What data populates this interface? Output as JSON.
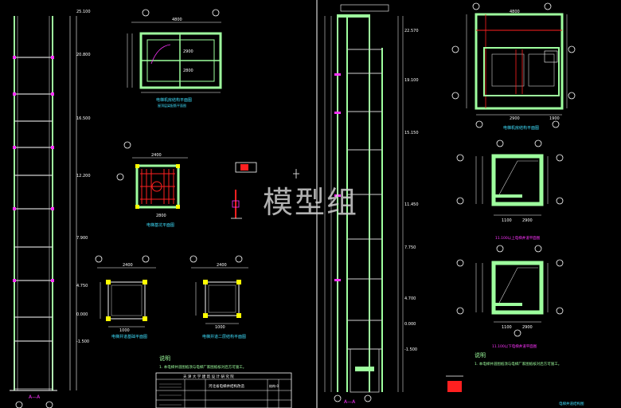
{
  "watermark": "模型组",
  "left_sheet": {
    "section_label": "A—A",
    "elevations": [
      "25.100",
      "20.800",
      "16.500",
      "12.200",
      "7.900",
      "4.750",
      "0.000",
      "-1.500"
    ],
    "machine_room_plan": {
      "title": "电梯机房结构平面图",
      "subtitle": "屋顶层梁配筋平面图",
      "dims": [
        "4800",
        "2900",
        "2800"
      ]
    },
    "pit_plan": {
      "title": "电梯基坑平面图",
      "dims": [
        "2400",
        "2800"
      ]
    },
    "typical_plan_a": {
      "title": "电梯井道基础平面图",
      "dims": [
        "2400",
        "1000"
      ]
    },
    "typical_plan_b": {
      "title": "电梯井道二层结构平面图",
      "dims": [
        "2400",
        "1000"
      ]
    },
    "notes": {
      "heading": "说明",
      "line1": "1. 本电梯井道图纸须与电梯厂家图纸核对后方可施工。"
    },
    "title_block": {
      "org": "天 津 大 学 建 筑 设 计 研 究 院",
      "project": "河北省电梯井结构改造",
      "sheet": "结构-0"
    }
  },
  "right_sheet": {
    "section_label": "A—A",
    "elevations": [
      "22.570",
      "19.100",
      "15.150",
      "11.450",
      "7.750",
      "4.700",
      "0.000",
      "-1.500"
    ],
    "roof_plan": {
      "title": "电梯机房结构平面图",
      "dims": [
        "4800",
        "2900",
        "1900"
      ]
    },
    "plan_1": {
      "title": "11.100以上电梯井道平面图",
      "dims": [
        "1100",
        "2900"
      ]
    },
    "plan_2": {
      "title": "11.100以下电梯井道平面图",
      "dims": [
        "1100",
        "2900"
      ]
    },
    "notes": {
      "heading": "说明",
      "line1": "1. 本电梯井道图纸须与电梯厂家图纸核对后方可施工。"
    },
    "footer": "电梯井道结构图"
  },
  "colors": {
    "bg": "#000000",
    "wall": "#9eff9e",
    "dim": "#ffffff",
    "magenta": "#ff33ff",
    "red": "#ff2020",
    "yellow": "#ffff00",
    "cyan": "#3fe0ff"
  }
}
